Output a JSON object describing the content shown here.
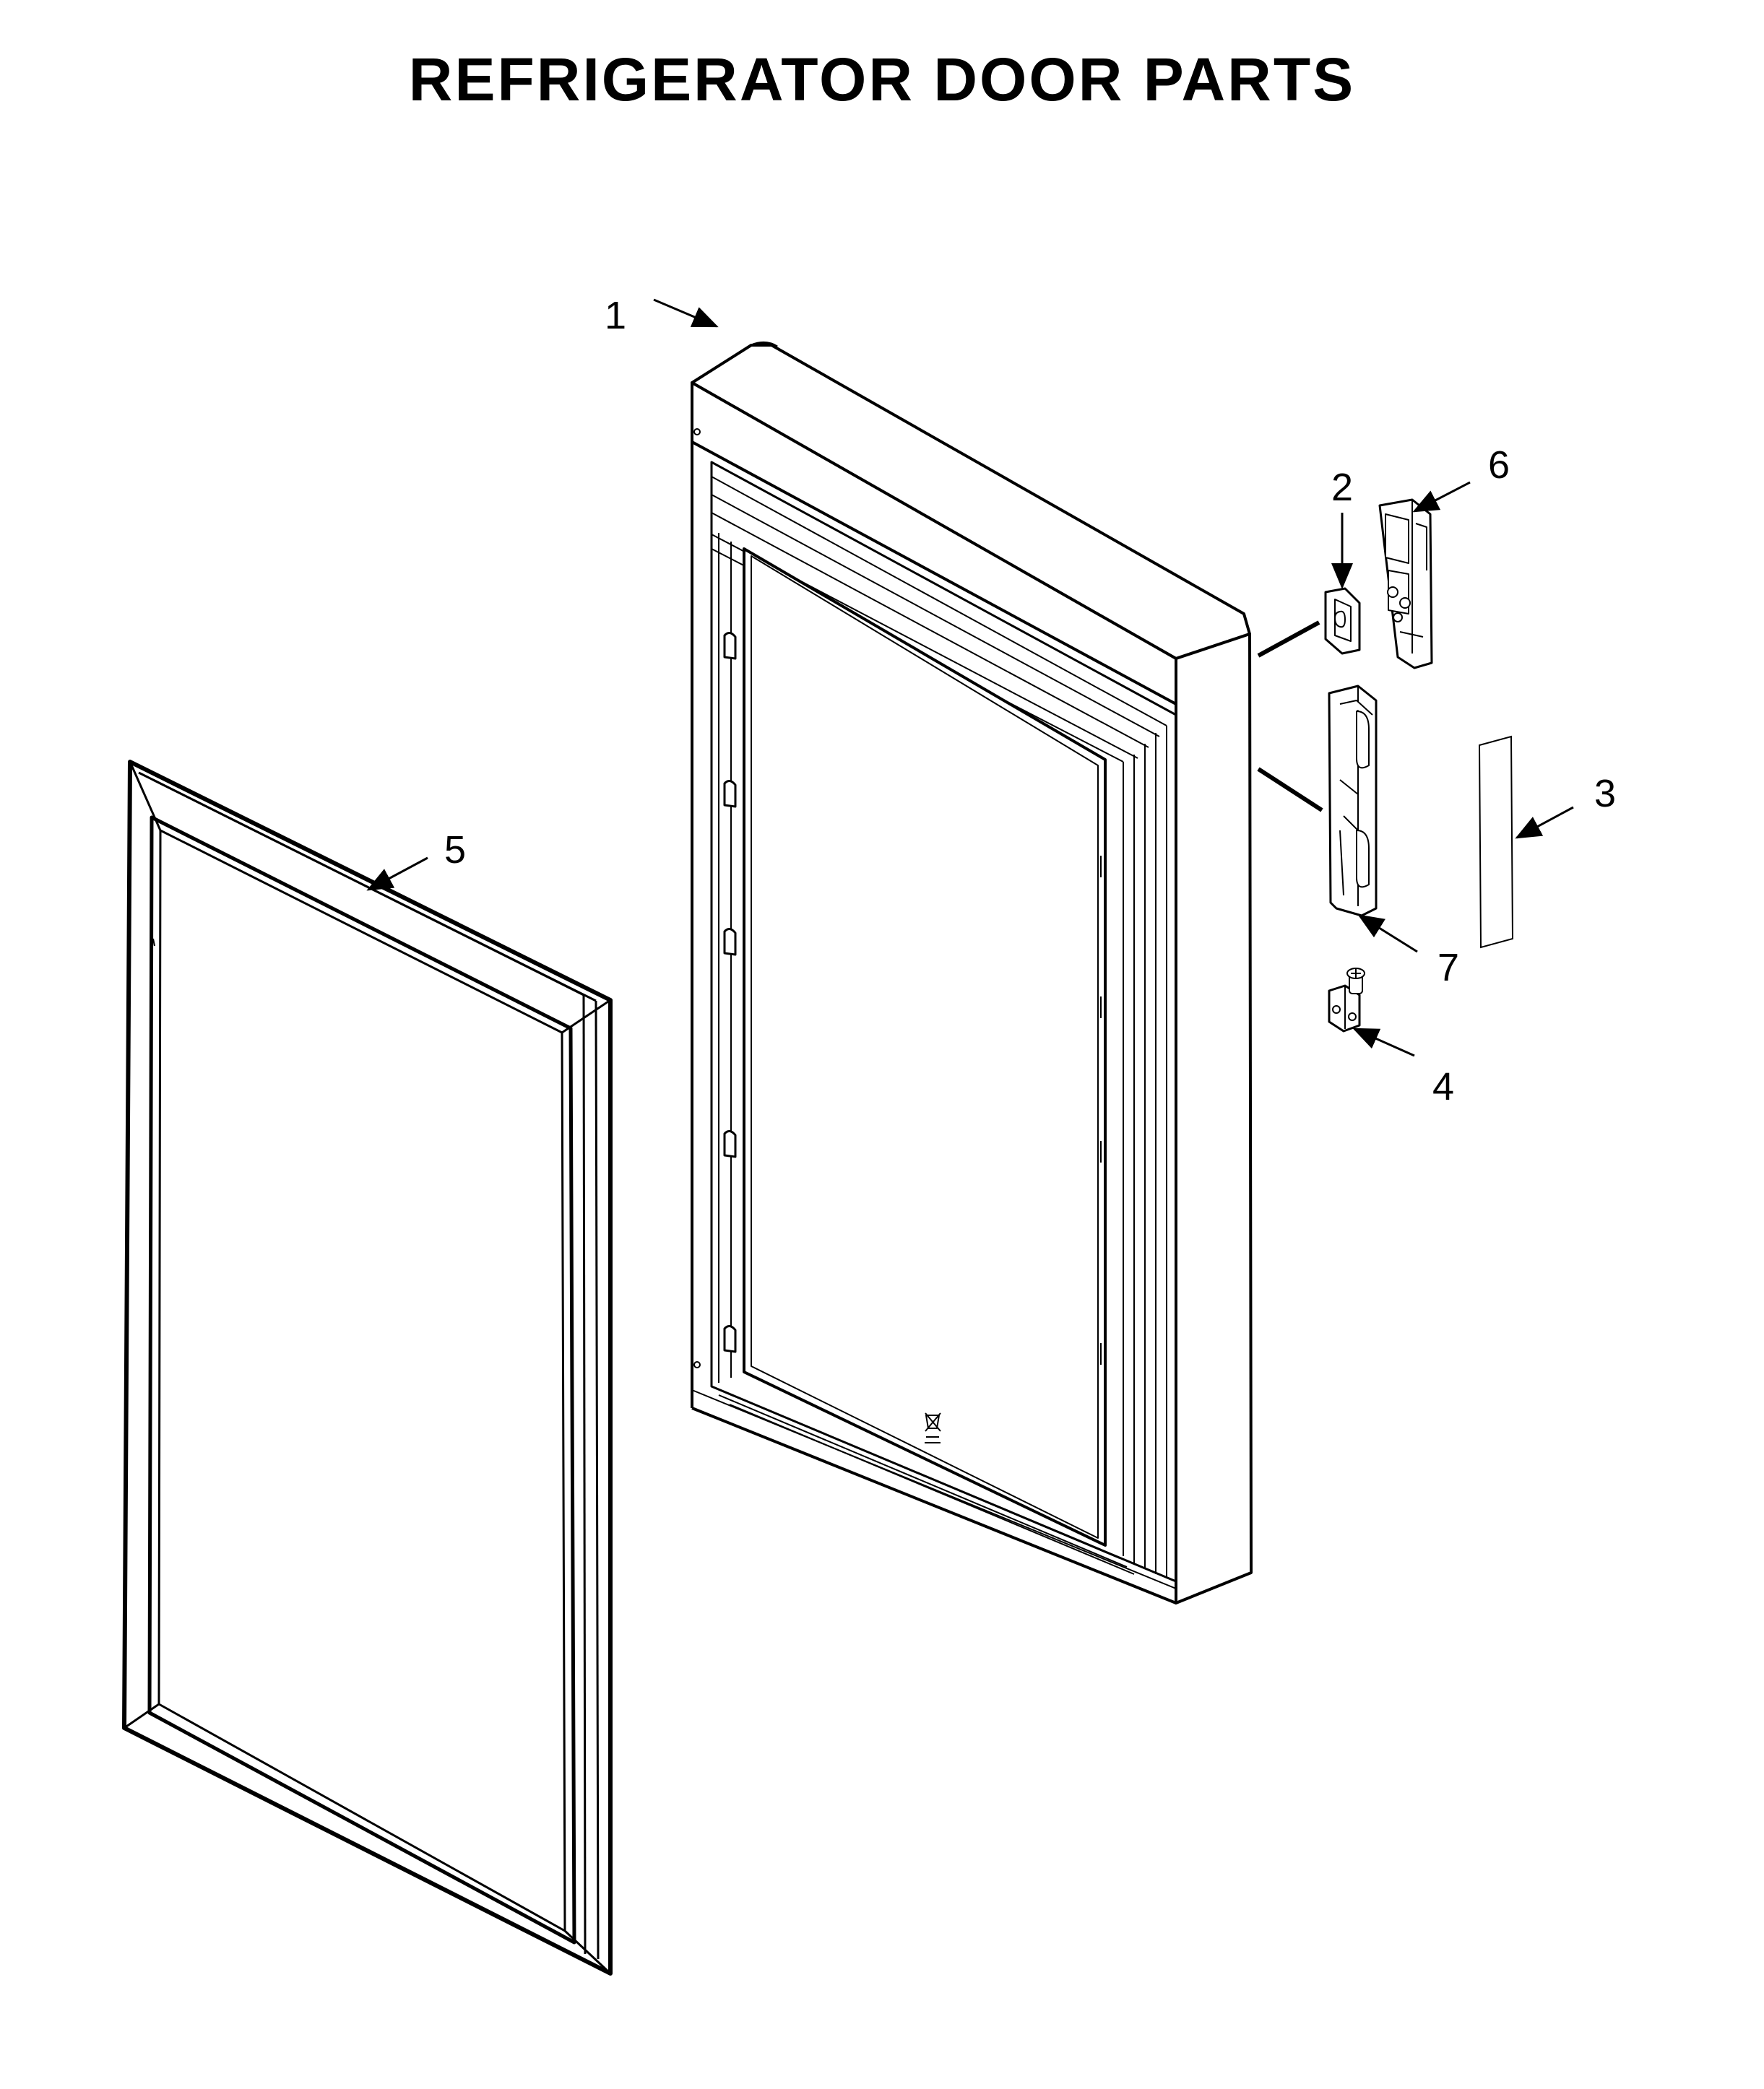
{
  "title": "REFRIGERATOR DOOR PARTS",
  "colors": {
    "line": "#000000",
    "background": "#ffffff",
    "shade": "#dcdcdc"
  },
  "callouts": [
    {
      "id": "1",
      "label": "1",
      "part": "door-outer-panel"
    },
    {
      "id": "2",
      "label": "2",
      "part": "small-clip"
    },
    {
      "id": "3",
      "label": "3",
      "part": "tape-strip"
    },
    {
      "id": "4",
      "label": "4",
      "part": "bottom-hinge-bushing"
    },
    {
      "id": "5",
      "label": "5",
      "part": "door-gasket"
    },
    {
      "id": "6",
      "label": "6",
      "part": "top-hinge-bracket"
    },
    {
      "id": "7",
      "label": "7",
      "part": "handle-mount-bracket"
    }
  ]
}
